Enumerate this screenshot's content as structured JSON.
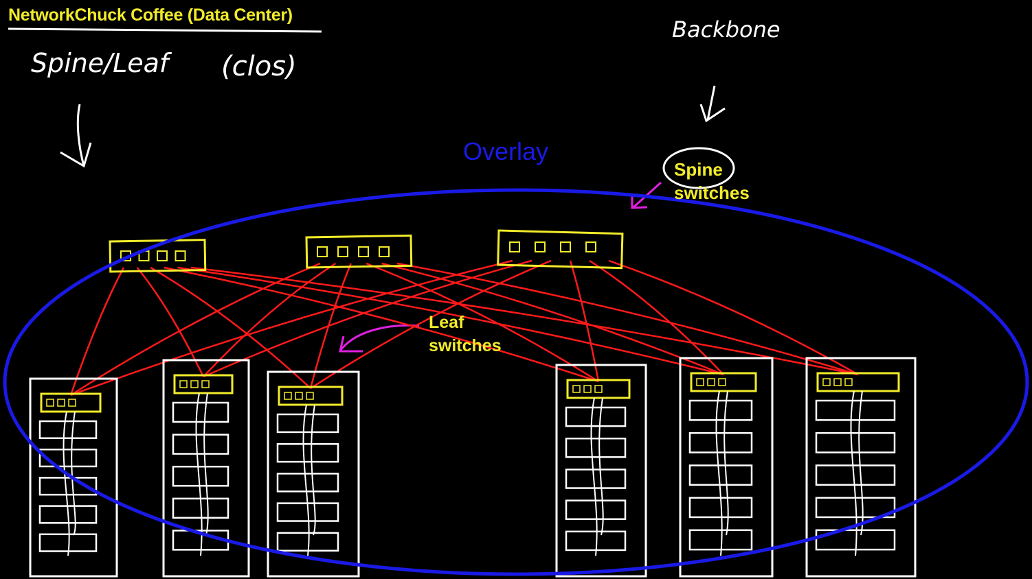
{
  "title": "NetworkChuck Coffee (Data Center)",
  "topology_label": "Spine/Leaf",
  "topology_alias": "(clos)",
  "backbone_label": "Backbone",
  "overlay_label": "Overlay",
  "spine_annotation": {
    "line1": "Spine",
    "line2": "switches"
  },
  "leaf_annotation": {
    "line1": "Leaf",
    "line2": "switches"
  },
  "colors": {
    "background": "#000000",
    "ink": "#ffffff",
    "highlight": "#f2ec2a",
    "link": "#ff1a1a",
    "overlay": "#1a1ae6",
    "pointer": "#e020e0"
  }
}
